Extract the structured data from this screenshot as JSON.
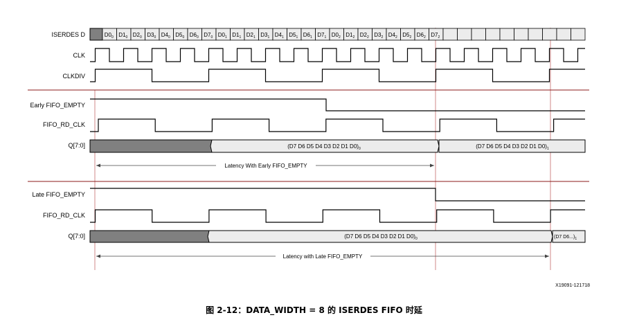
{
  "signals": {
    "iserdes_d": "ISERDES D",
    "clk": "CLK",
    "clkdiv": "CLKDIV",
    "early_fifo_empty": "Early FIFO_EMPTY",
    "fifo_rd_clk_1": "FIFO_RD_CLK",
    "q_1": "Q[7:0]",
    "late_fifo_empty": "Late FIFO_EMPTY",
    "fifo_rd_clk_2": "FIFO_RD_CLK",
    "q_2": "Q[7:0]"
  },
  "iserdes_cells": [
    {
      "label": "D0",
      "sub": "0"
    },
    {
      "label": "D1",
      "sub": "0"
    },
    {
      "label": "D2",
      "sub": "0"
    },
    {
      "label": "D3",
      "sub": "0"
    },
    {
      "label": "D4",
      "sub": "0"
    },
    {
      "label": "D5",
      "sub": "0"
    },
    {
      "label": "D6",
      "sub": "0"
    },
    {
      "label": "D7",
      "sub": "0"
    },
    {
      "label": "D0",
      "sub": "1"
    },
    {
      "label": "D1",
      "sub": "1"
    },
    {
      "label": "D2",
      "sub": "1"
    },
    {
      "label": "D3",
      "sub": "1"
    },
    {
      "label": "D4",
      "sub": "1"
    },
    {
      "label": "D5",
      "sub": "1"
    },
    {
      "label": "D6",
      "sub": "1"
    },
    {
      "label": "D7",
      "sub": "1"
    },
    {
      "label": "D0",
      "sub": "2"
    },
    {
      "label": "D1",
      "sub": "2"
    },
    {
      "label": "D2",
      "sub": "2"
    },
    {
      "label": "D3",
      "sub": "2"
    },
    {
      "label": "D4",
      "sub": "2"
    },
    {
      "label": "D5",
      "sub": "2"
    },
    {
      "label": "D6",
      "sub": "2"
    },
    {
      "label": "D7",
      "sub": "2"
    }
  ],
  "q_early": {
    "word0": {
      "text": "(D7 D6 D5 D4 D3 D2 D1 D0)",
      "sub": "0"
    },
    "word1": {
      "text": "(D7 D6 D5 D4 D3 D2 D1 D0)",
      "sub": "1"
    }
  },
  "q_late": {
    "word0": {
      "text": "(D7 D6 D5 D4 D3 D2 D1 D0)",
      "sub": "0"
    },
    "word1": {
      "text": "(D7 D6...)",
      "sub": "1"
    }
  },
  "latency_early": "Latency With Early FIFO_EMPTY",
  "latency_late": "Latency with Late FIFO_EMPTY",
  "figure_id": "X19091-121718",
  "caption": "图 2-12：DATA_WIDTH = 8 的 ISERDES FIFO 时延",
  "colors": {
    "signal": "#000000",
    "separator": "#8b1a1a",
    "marker": "#c46a6a",
    "bus_fill": "#ececec",
    "shaded": "#808080",
    "iserdes_fill": "#ececec",
    "arrow": "#444444"
  }
}
